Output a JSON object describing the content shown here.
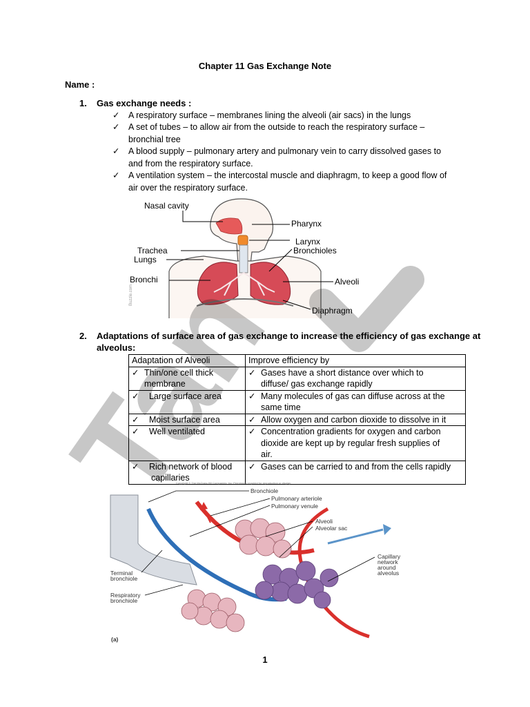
{
  "doc": {
    "title": "Chapter 11 Gas Exchange Note",
    "name_label": "Name :",
    "section1": {
      "number": "1.",
      "heading": "Gas exchange needs :",
      "items": [
        {
          "line1": "A respiratory surface – membranes lining the alveoli (air sacs) in the lungs",
          "line2": ""
        },
        {
          "line1": "A set of tubes – to allow air from the outside to reach the respiratory surface –",
          "line2": "bronchial tree"
        },
        {
          "line1": "A blood supply – pulmonary artery and pulmonary vein to carry dissolved gases to",
          "line2": "and from the respiratory surface."
        },
        {
          "line1": "A ventilation system – the intercostal muscle and diaphragm, to keep a good flow of",
          "line2": "air over the respiratory surface."
        }
      ]
    },
    "diagram1": {
      "labels": {
        "nasal_cavity": "Nasal cavity",
        "pharynx": "Pharynx",
        "larynx": "Larynx",
        "bronchioles": "Bronchioles",
        "trachea": "Trachea",
        "lungs": "Lungs",
        "bronchi": "Bronchi",
        "alveoli": "Alveoli",
        "diaphragm": "Diaphragm",
        "credit": "Buzzle.com"
      }
    },
    "section2": {
      "number": "2.",
      "heading_line1": "Adaptations of surface area of gas exchange to increase the efficiency of gas exchange at",
      "heading_line2": "alveolus:",
      "table": {
        "headers": [
          "Adaptation of Alveoli",
          "Improve efficiency by"
        ],
        "rows": [
          {
            "a1": "Thin/one cell thick",
            "a2": "membrane",
            "b1": "Gases have a short distance over which to",
            "b2": "diffuse/ gas exchange rapidly",
            "b3": ""
          },
          {
            "a1": "Large surface area",
            "a2": "",
            "b1": "Many molecules of gas can diffuse across at the",
            "b2": "same time",
            "b3": ""
          },
          {
            "a1": "Moist surface area",
            "a2": "",
            "b1": "Allow oxygen and carbon dioxide to dissolve in it",
            "b2": "",
            "b3": ""
          },
          {
            "a1": "Well ventilated",
            "a2": "",
            "b1": "Concentration gradients for oxygen and carbon",
            "b2": "dioxide are kept up by regular fresh supplies of",
            "b3": "air."
          },
          {
            "a1": "Rich network of blood",
            "a2": "capillaries",
            "b1": "Gases can be carried to and from the cells rapidly",
            "b2": "",
            "b3": ""
          }
        ]
      }
    },
    "diagram2": {
      "copyright": "Copyright © The McGraw-Hill Companies, Inc. Permission required for reproduction or display.",
      "labels": {
        "bronchiole": "Bronchiole",
        "pulmonary_arteriole": "Pulmonary arteriole",
        "pulmonary_venule": "Pulmonary venule",
        "alveoli": "Alveoli",
        "alveolar_sac": "Alveolar sac",
        "capillary_1": "Capillary",
        "capillary_2": "network",
        "capillary_3": "around",
        "capillary_4": "alveolus",
        "terminal_1": "Terminal",
        "terminal_2": "bronchiole",
        "respiratory_1": "Respiratory",
        "respiratory_2": "bronchiole",
        "panel": "(a)"
      }
    },
    "page_number": "1",
    "watermark": "Tan"
  }
}
